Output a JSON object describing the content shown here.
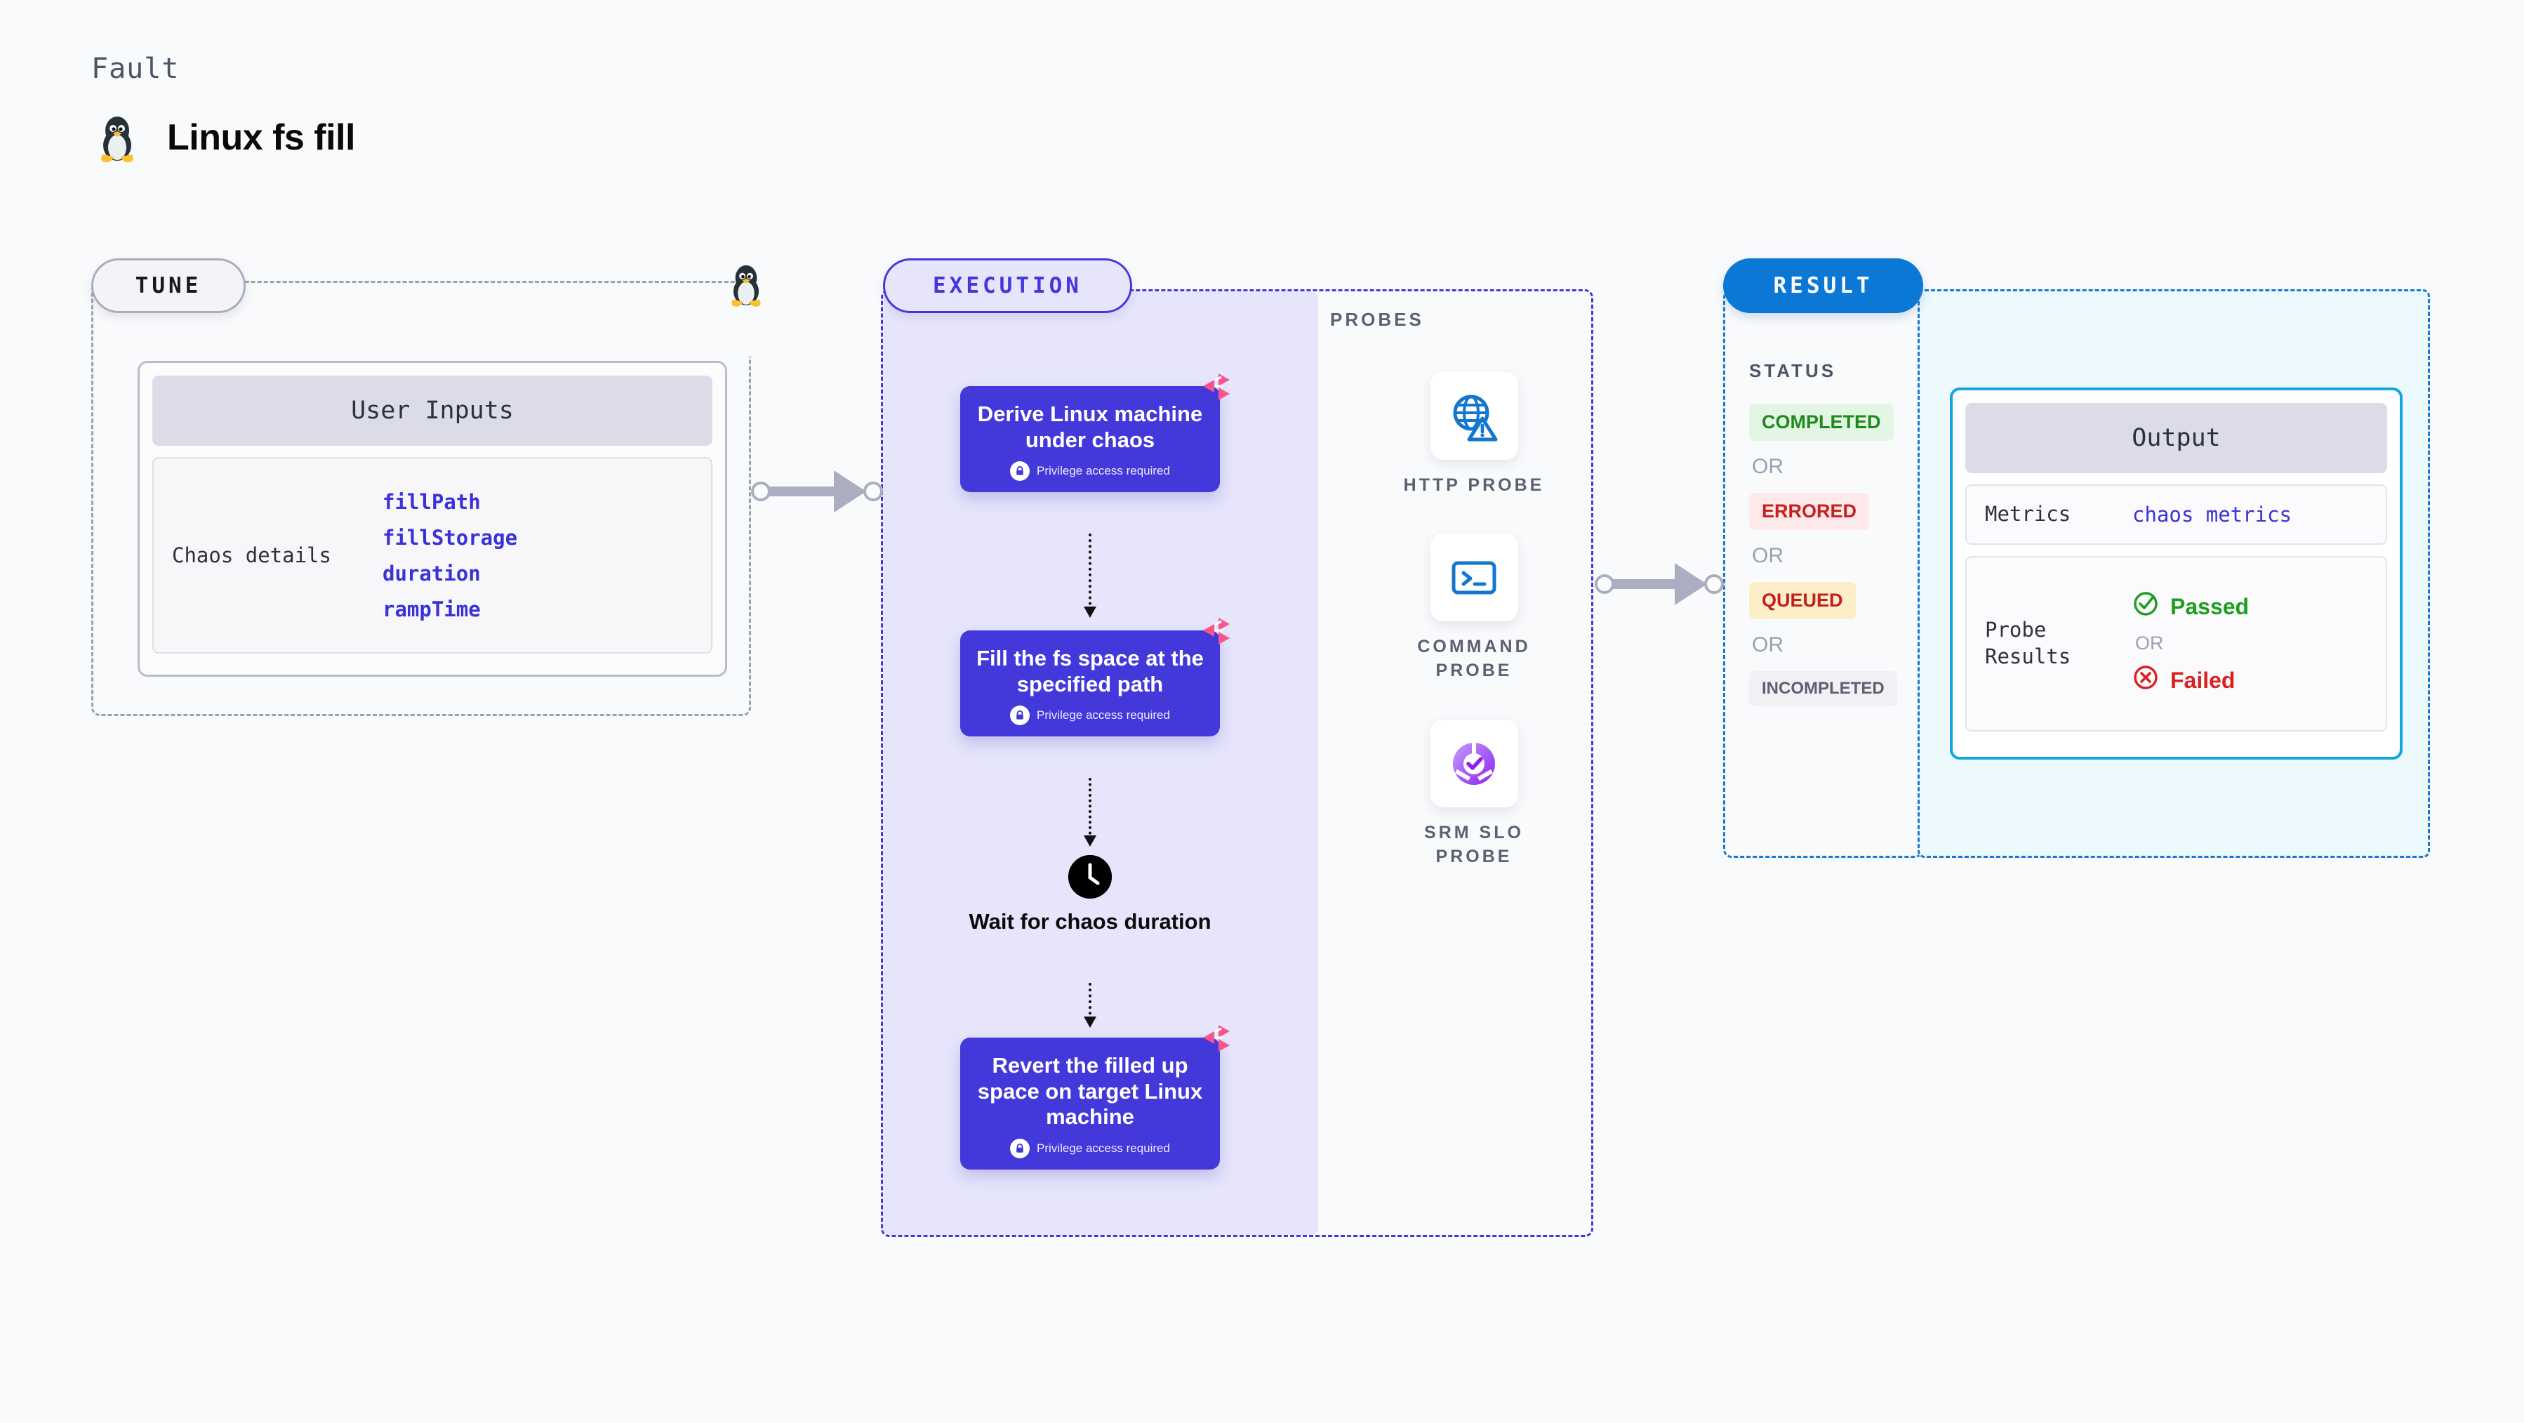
{
  "header": {
    "eyebrow": "Fault",
    "title": "Linux fs fill",
    "icon": "tux-penguin-icon"
  },
  "tune": {
    "badge": "TUNE",
    "border_icon": "tux-penguin-icon",
    "card": {
      "header": "User Inputs",
      "group_label": "Chaos details",
      "params": [
        "fillPath",
        "fillStorage",
        "duration",
        "rampTime"
      ]
    }
  },
  "execution": {
    "badge": "EXECUTION",
    "privilege_note": "Privilege access required",
    "steps": [
      {
        "title": "Derive Linux machine under chaos",
        "privileged": true,
        "flag": "litmus-logo-icon"
      },
      {
        "title": "Fill the fs space at the specified path",
        "privileged": true,
        "flag": "litmus-logo-icon"
      },
      {
        "title": "Revert the filled up space on target Linux machine",
        "privileged": true,
        "flag": "litmus-logo-icon"
      }
    ],
    "wait_node": {
      "label": "Wait for chaos duration",
      "icon": "clock-icon"
    }
  },
  "probes": {
    "title": "PROBES",
    "items": [
      {
        "label": "HTTP PROBE",
        "icon": "globe-warning-icon"
      },
      {
        "label": "COMMAND PROBE",
        "icon": "terminal-icon"
      },
      {
        "label": "SRM SLO PROBE",
        "icon": "slo-donut-check-icon"
      }
    ]
  },
  "result": {
    "badge": "RESULT",
    "status_title": "STATUS",
    "or": "OR",
    "statuses": [
      {
        "label": "COMPLETED",
        "bg": "#E3F5E3",
        "fg": "#1E8A1E"
      },
      {
        "label": "ERRORED",
        "bg": "#FDE9E9",
        "fg": "#C92020"
      },
      {
        "label": "QUEUED",
        "bg": "#FCEFC7",
        "fg": "#C41E1E"
      },
      {
        "label": "INCOMPLETED",
        "bg": "#F0F0F5",
        "fg": "#5A6170"
      }
    ]
  },
  "output": {
    "header": "Output",
    "metrics_key": "Metrics",
    "metrics_value": "chaos metrics",
    "probe_results_key": "Probe Results",
    "or": "OR",
    "passed": "Passed",
    "failed": "Failed",
    "passed_icon": "check-circle-icon",
    "failed_icon": "x-circle-icon"
  },
  "colors": {
    "primary": "#4338D9",
    "result_blue": "#0A78D4",
    "output_border": "#12A5E0",
    "param_blue": "#3A31D8",
    "litmus_pink": "#F8558F",
    "connector_gray": "#AAAEC0"
  }
}
